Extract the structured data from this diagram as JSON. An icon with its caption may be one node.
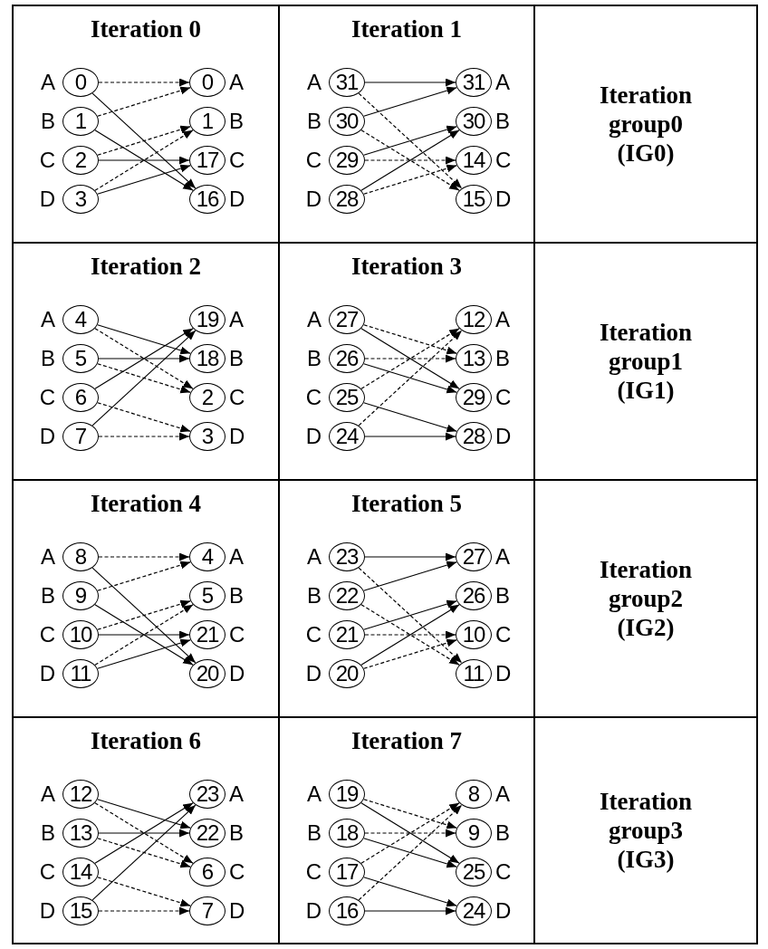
{
  "diagram": {
    "nodes": [
      {
        "text": [
          "Iteration 0"
        ]
      },
      {
        "text": [
          "0"
        ],
        "in": 0,
        "beside": [
          "A"
        ]
      },
      {
        "text": [
          "1"
        ],
        "in": 0,
        "beside": [
          "B"
        ]
      },
      {
        "text": [
          "2"
        ],
        "in": 0,
        "beside": [
          "C"
        ]
      },
      {
        "text": [
          "3"
        ],
        "in": 0,
        "beside": [
          "D"
        ]
      },
      {
        "text": [
          "0"
        ],
        "in": 0,
        "beside": [
          "A"
        ]
      },
      {
        "text": [
          "1"
        ],
        "in": 0,
        "beside": [
          "B"
        ]
      },
      {
        "text": [
          "17"
        ],
        "in": 0,
        "beside": [
          "C"
        ]
      },
      {
        "text": [
          "16"
        ],
        "in": 0,
        "beside": [
          "D"
        ]
      },
      {
        "text": [
          "Iteration 1"
        ]
      },
      {
        "text": [
          "31"
        ],
        "in": 9,
        "beside": [
          "A"
        ]
      },
      {
        "text": [
          "30"
        ],
        "in": 9,
        "beside": [
          "B"
        ]
      },
      {
        "text": [
          "29"
        ],
        "in": 9,
        "beside": [
          "C"
        ]
      },
      {
        "text": [
          "28"
        ],
        "in": 9,
        "beside": [
          "D"
        ]
      },
      {
        "text": [
          "31"
        ],
        "in": 9,
        "beside": [
          "A"
        ]
      },
      {
        "text": [
          "30"
        ],
        "in": 9,
        "beside": [
          "B"
        ]
      },
      {
        "text": [
          "14"
        ],
        "in": 9,
        "beside": [
          "C"
        ]
      },
      {
        "text": [
          "15"
        ],
        "in": 9,
        "beside": [
          "D"
        ]
      },
      {
        "text": [
          "Iteration group0 (IG0)"
        ]
      },
      {
        "text": [
          "Iteration 2"
        ]
      },
      {
        "text": [
          "4"
        ],
        "in": 19,
        "beside": [
          "A"
        ]
      },
      {
        "text": [
          "5"
        ],
        "in": 19,
        "beside": [
          "B"
        ]
      },
      {
        "text": [
          "6"
        ],
        "in": 19,
        "beside": [
          "C"
        ]
      },
      {
        "text": [
          "7"
        ],
        "in": 19,
        "beside": [
          "D"
        ]
      },
      {
        "text": [
          "19"
        ],
        "in": 19,
        "beside": [
          "A"
        ]
      },
      {
        "text": [
          "18"
        ],
        "in": 19,
        "beside": [
          "B"
        ]
      },
      {
        "text": [
          "2"
        ],
        "in": 19,
        "beside": [
          "C"
        ]
      },
      {
        "text": [
          "3"
        ],
        "in": 19,
        "beside": [
          "D"
        ]
      },
      {
        "text": [
          "Iteration 3"
        ]
      },
      {
        "text": [
          "27"
        ],
        "in": 28,
        "beside": [
          "A"
        ]
      },
      {
        "text": [
          "26"
        ],
        "in": 28,
        "beside": [
          "B"
        ]
      },
      {
        "text": [
          "25"
        ],
        "in": 28,
        "beside": [
          "C"
        ]
      },
      {
        "text": [
          "24"
        ],
        "in": 28,
        "beside": [
          "D"
        ]
      },
      {
        "text": [
          "12"
        ],
        "in": 28,
        "beside": [
          "A"
        ]
      },
      {
        "text": [
          "13"
        ],
        "in": 28,
        "beside": [
          "B"
        ]
      },
      {
        "text": [
          "29"
        ],
        "in": 28,
        "beside": [
          "C"
        ]
      },
      {
        "text": [
          "28"
        ],
        "in": 28,
        "beside": [
          "D"
        ]
      },
      {
        "text": [
          "Iteration group1 (IG1)"
        ]
      },
      {
        "text": [
          "Iteration 4"
        ]
      },
      {
        "text": [
          "8"
        ],
        "in": 38,
        "beside": [
          "A"
        ]
      },
      {
        "text": [
          "9"
        ],
        "in": 38,
        "beside": [
          "B"
        ]
      },
      {
        "text": [
          "10"
        ],
        "in": 38,
        "beside": [
          "C"
        ]
      },
      {
        "text": [
          "11"
        ],
        "in": 38,
        "beside": [
          "D"
        ]
      },
      {
        "text": [
          "4"
        ],
        "in": 38,
        "beside": [
          "A"
        ]
      },
      {
        "text": [
          "5"
        ],
        "in": 38,
        "beside": [
          "B"
        ]
      },
      {
        "text": [
          "21"
        ],
        "in": 38,
        "beside": [
          "C"
        ]
      },
      {
        "text": [
          "20"
        ],
        "in": 38,
        "beside": [
          "D"
        ]
      },
      {
        "text": [
          "Iteration 5"
        ]
      },
      {
        "text": [
          "23"
        ],
        "in": 47,
        "beside": [
          "A"
        ]
      },
      {
        "text": [
          "22"
        ],
        "in": 47,
        "beside": [
          "B"
        ]
      },
      {
        "text": [
          "21"
        ],
        "in": 47,
        "beside": [
          "C"
        ]
      },
      {
        "text": [
          "20"
        ],
        "in": 47,
        "beside": [
          "D"
        ]
      },
      {
        "text": [
          "27"
        ],
        "in": 47,
        "beside": [
          "A"
        ]
      },
      {
        "text": [
          "26"
        ],
        "in": 47,
        "beside": [
          "B"
        ]
      },
      {
        "text": [
          "10"
        ],
        "in": 47,
        "beside": [
          "C"
        ]
      },
      {
        "text": [
          "11"
        ],
        "in": 47,
        "beside": [
          "D"
        ]
      },
      {
        "text": [
          "Iteration group2 (IG2)"
        ]
      },
      {
        "text": [
          "Iteration 6"
        ]
      },
      {
        "text": [
          "12"
        ],
        "in": 57,
        "beside": [
          "A"
        ]
      },
      {
        "text": [
          "13"
        ],
        "in": 57,
        "beside": [
          "B"
        ]
      },
      {
        "text": [
          "14"
        ],
        "in": 57,
        "beside": [
          "C"
        ]
      },
      {
        "text": [
          "15"
        ],
        "in": 57,
        "beside": [
          "D"
        ]
      },
      {
        "text": [
          "23"
        ],
        "in": 57,
        "beside": [
          "A"
        ]
      },
      {
        "text": [
          "22"
        ],
        "in": 57,
        "beside": [
          "B"
        ]
      },
      {
        "text": [
          "6"
        ],
        "in": 57,
        "beside": [
          "C"
        ]
      },
      {
        "text": [
          "7"
        ],
        "in": 57,
        "beside": [
          "D"
        ]
      },
      {
        "text": [
          "Iteration 7"
        ]
      },
      {
        "text": [
          "19"
        ],
        "in": 66,
        "beside": [
          "A"
        ]
      },
      {
        "text": [
          "18"
        ],
        "in": 66,
        "beside": [
          "B"
        ]
      },
      {
        "text": [
          "17"
        ],
        "in": 66,
        "beside": [
          "C"
        ]
      },
      {
        "text": [
          "16"
        ],
        "in": 66,
        "beside": [
          "D"
        ]
      },
      {
        "text": [
          "8"
        ],
        "in": 66,
        "beside": [
          "A"
        ]
      },
      {
        "text": [
          "9"
        ],
        "in": 66,
        "beside": [
          "B"
        ]
      },
      {
        "text": [
          "25"
        ],
        "in": 66,
        "beside": [
          "C"
        ]
      },
      {
        "text": [
          "24"
        ],
        "in": 66,
        "beside": [
          "D"
        ]
      },
      {
        "text": [
          "Iteration group3 (IG3)"
        ]
      }
    ],
    "edges": [
      {
        "from": 1,
        "to": 5,
        "arrow": "to",
        "style": "dashed"
      },
      {
        "from": 1,
        "to": 8,
        "arrow": "to"
      },
      {
        "from": 2,
        "to": 5,
        "arrow": "to",
        "style": "dashed"
      },
      {
        "from": 2,
        "to": 8,
        "arrow": "to"
      },
      {
        "from": 3,
        "to": 6,
        "arrow": "to",
        "style": "dashed"
      },
      {
        "from": 3,
        "to": 7,
        "arrow": "to"
      },
      {
        "from": 4,
        "to": 6,
        "arrow": "to",
        "style": "dashed"
      },
      {
        "from": 4,
        "to": 7,
        "arrow": "to"
      },
      {
        "from": 10,
        "to": 14,
        "arrow": "to"
      },
      {
        "from": 10,
        "to": 17,
        "arrow": "to",
        "style": "dashed"
      },
      {
        "from": 11,
        "to": 14,
        "arrow": "to"
      },
      {
        "from": 11,
        "to": 17,
        "arrow": "to",
        "style": "dashed"
      },
      {
        "from": 12,
        "to": 15,
        "arrow": "to"
      },
      {
        "from": 12,
        "to": 16,
        "arrow": "to",
        "style": "dashed"
      },
      {
        "from": 13,
        "to": 15,
        "arrow": "to"
      },
      {
        "from": 13,
        "to": 16,
        "arrow": "to",
        "style": "dashed"
      },
      {
        "from": 20,
        "to": 25,
        "arrow": "to"
      },
      {
        "from": 20,
        "to": 26,
        "arrow": "to",
        "style": "dashed"
      },
      {
        "from": 21,
        "to": 25,
        "arrow": "to"
      },
      {
        "from": 21,
        "to": 26,
        "arrow": "to",
        "style": "dashed"
      },
      {
        "from": 22,
        "to": 24,
        "arrow": "to"
      },
      {
        "from": 22,
        "to": 27,
        "arrow": "to",
        "style": "dashed"
      },
      {
        "from": 23,
        "to": 24,
        "arrow": "to"
      },
      {
        "from": 23,
        "to": 27,
        "arrow": "to",
        "style": "dashed"
      },
      {
        "from": 29,
        "to": 34,
        "arrow": "to",
        "style": "dashed"
      },
      {
        "from": 29,
        "to": 35,
        "arrow": "to"
      },
      {
        "from": 30,
        "to": 34,
        "arrow": "to",
        "style": "dashed"
      },
      {
        "from": 30,
        "to": 35,
        "arrow": "to"
      },
      {
        "from": 31,
        "to": 33,
        "arrow": "to",
        "style": "dashed"
      },
      {
        "from": 31,
        "to": 36,
        "arrow": "to"
      },
      {
        "from": 32,
        "to": 33,
        "arrow": "to",
        "style": "dashed"
      },
      {
        "from": 32,
        "to": 36,
        "arrow": "to"
      },
      {
        "from": 39,
        "to": 43,
        "arrow": "to",
        "style": "dashed"
      },
      {
        "from": 39,
        "to": 46,
        "arrow": "to"
      },
      {
        "from": 40,
        "to": 43,
        "arrow": "to",
        "style": "dashed"
      },
      {
        "from": 40,
        "to": 46,
        "arrow": "to"
      },
      {
        "from": 41,
        "to": 44,
        "arrow": "to",
        "style": "dashed"
      },
      {
        "from": 41,
        "to": 45,
        "arrow": "to"
      },
      {
        "from": 42,
        "to": 44,
        "arrow": "to",
        "style": "dashed"
      },
      {
        "from": 42,
        "to": 45,
        "arrow": "to"
      },
      {
        "from": 48,
        "to": 52,
        "arrow": "to"
      },
      {
        "from": 48,
        "to": 55,
        "arrow": "to",
        "style": "dashed"
      },
      {
        "from": 49,
        "to": 52,
        "arrow": "to"
      },
      {
        "from": 49,
        "to": 55,
        "arrow": "to",
        "style": "dashed"
      },
      {
        "from": 50,
        "to": 53,
        "arrow": "to"
      },
      {
        "from": 50,
        "to": 54,
        "arrow": "to",
        "style": "dashed"
      },
      {
        "from": 51,
        "to": 53,
        "arrow": "to"
      },
      {
        "from": 51,
        "to": 54,
        "arrow": "to",
        "style": "dashed"
      },
      {
        "from": 58,
        "to": 63,
        "arrow": "to"
      },
      {
        "from": 58,
        "to": 64,
        "arrow": "to",
        "style": "dashed"
      },
      {
        "from": 59,
        "to": 63,
        "arrow": "to"
      },
      {
        "from": 59,
        "to": 64,
        "arrow": "to",
        "style": "dashed"
      },
      {
        "from": 60,
        "to": 62,
        "arrow": "to"
      },
      {
        "from": 60,
        "to": 65,
        "arrow": "to",
        "style": "dashed"
      },
      {
        "from": 61,
        "to": 62,
        "arrow": "to"
      },
      {
        "from": 61,
        "to": 65,
        "arrow": "to",
        "style": "dashed"
      },
      {
        "from": 67,
        "to": 72,
        "arrow": "to",
        "style": "dashed"
      },
      {
        "from": 67,
        "to": 73,
        "arrow": "to"
      },
      {
        "from": 68,
        "to": 72,
        "arrow": "to",
        "style": "dashed"
      },
      {
        "from": 68,
        "to": 73,
        "arrow": "to"
      },
      {
        "from": 69,
        "to": 71,
        "arrow": "to",
        "style": "dashed"
      },
      {
        "from": 69,
        "to": 74,
        "arrow": "to"
      },
      {
        "from": 70,
        "to": 71,
        "arrow": "to",
        "style": "dashed"
      },
      {
        "from": 70,
        "to": 74,
        "arrow": "to"
      }
    ]
  }
}
